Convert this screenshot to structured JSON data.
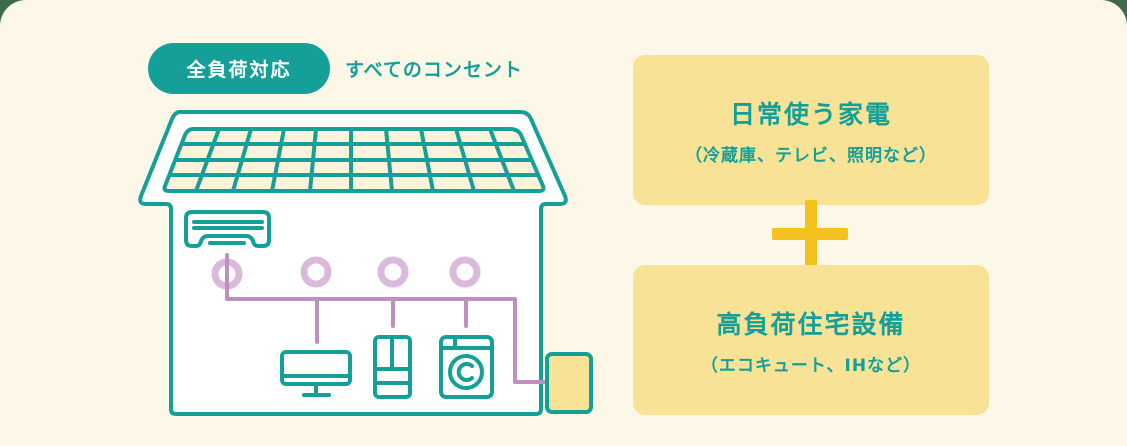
{
  "badge": {
    "label": "全負荷対応",
    "caption": "すべてのコンセント"
  },
  "cards": [
    {
      "title": "日常使う家電",
      "subtitle": "（冷蔵庫、テレビ、照明など）"
    },
    {
      "title": "高負荷住宅設備",
      "subtitle": "（エコキュート、IHなど）"
    }
  ],
  "connector": {
    "symbol": "plus"
  },
  "illustration": {
    "elements": [
      "solar-panel-roof",
      "air-conditioner",
      "outlet",
      "outlet",
      "outlet",
      "outlet",
      "television",
      "refrigerator",
      "washing-machine",
      "battery"
    ]
  },
  "colors": {
    "teal": "#14a099",
    "purple_line": "#bf8fbf",
    "outlet_ring": "#d9bada",
    "card_bg": "#f8e296",
    "plus": "#f4c21f",
    "panel_bg": "#fdf7e7",
    "outer_bg": "#3f6b4a"
  }
}
